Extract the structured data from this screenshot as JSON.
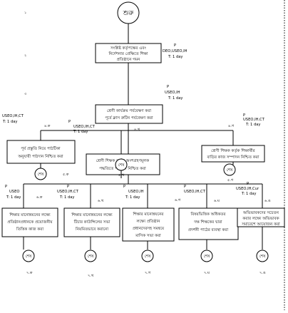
{
  "start_label": "শুরু",
  "end_label": "শেষ",
  "left_numbers": [
    "১",
    "২",
    "৩"
  ],
  "top_steps": [
    {
      "lines": [
        "সংশ্লিষ্ট কর্তৃপক্ষের এবং",
        "নির্দেশনার প্রেক্ষিতে শিক্ষা",
        "প্রতিষ্ঠানে গমন"
      ],
      "meta": [
        "P",
        "DEO,USEO,IH",
        "T: 1 day"
      ]
    },
    {
      "lines": [
        "শ্রেণী কার্যক্রম পর্যবেক্ষণ করা",
        "পূর্বে ক্লাস রুটিন পর্যবেক্ষণ করা"
      ],
      "meta": [
        "P",
        "USEO,IH",
        "T: 1 day"
      ]
    }
  ],
  "row1": [
    {
      "meta": [
        "USEO,IH,CT",
        "T: 1 day"
      ],
      "num": "৪.ক",
      "lines": [
        "পূর্ব প্রস্তুতি নিয়ে পাঠটিকা",
        "অনুযায়ী পাঠদান নিশ্চিত করা"
      ],
      "end_num": "৫.ক"
    },
    {
      "meta": [
        "P",
        "USEO,IH,CT",
        "T: 1 day"
      ],
      "num": "৪.খ",
      "lines": [
        "শ্রেণী শিক্ষক কর্তৃক অংশগ্রহণমূলক",
        "পদ্ধতিতে পাঠদান নিশ্চিত করা"
      ],
      "end_num": "৫.খ"
    },
    {
      "meta": [
        "P",
        "USEO,IH,CT",
        "T: 1 day"
      ],
      "num": "৪.গ",
      "lines": [
        "শ্রেণী শিক্ষক কর্তৃক শিক্ষার্থীর",
        "বাড়ির কাজ সম্পাদন নিশ্চিত করা"
      ],
      "end_num": "৫.গ"
    }
  ],
  "row2": [
    {
      "meta": [
        "P",
        "USEO",
        "T: 1 day"
      ],
      "num": "৬.ক",
      "lines": [
        "শিক্ষার মানোন্নয়নের লক্ষ্যে",
        "প্রতিষ্ঠানপ্রধানকে প্রয়োজনীয়",
        "তিত্তিক কাজ করা"
      ],
      "end_num": "৭.ক"
    },
    {
      "meta": [
        "P",
        "USEO,IH,CT",
        "T: 1 day"
      ],
      "num": "৬.খ",
      "lines": [
        "শিক্ষার মানোন্নয়নের লক্ষ্যে",
        "টিচার কাউন্সিলের সভা",
        "নিয়মিতভাবে করানো"
      ],
      "end_num": "৭.খ"
    },
    {
      "meta": [
        "P",
        "USEO,IH",
        "T: 1 day"
      ],
      "num": "৬.গ",
      "lines": [
        "শিক্ষার মানোন্নয়নের",
        "লক্ষ্যে প্রতিষ্ঠান",
        "প্রধানদেরসহ সমন্বয়ে",
        "মাসিক সভা করা"
      ],
      "end_num": "৭.গ"
    },
    {
      "meta": [
        "P",
        "USEO,IH,CT"
      ],
      "num": "৬.ঘ",
      "lines": [
        "বিষয়ভিত্তিক অধিকতর",
        "দক্ষ শিক্ষকের দ্বারা",
        "প্রদর্শনী পাঠের ব্যবস্থা করা"
      ],
      "end_num": "৭.ঘ"
    },
    {
      "meta": [
        "P",
        "USEO,IH,Cur",
        "T: 1 day"
      ],
      "num": "৬.ঙ",
      "lines": [
        "অভিভাবকদের সচেতন",
        "করার লক্ষ্যে অভিভাবক",
        "সমাবেশে আয়োজন করা"
      ],
      "end_num": "৭.ঙ"
    }
  ]
}
